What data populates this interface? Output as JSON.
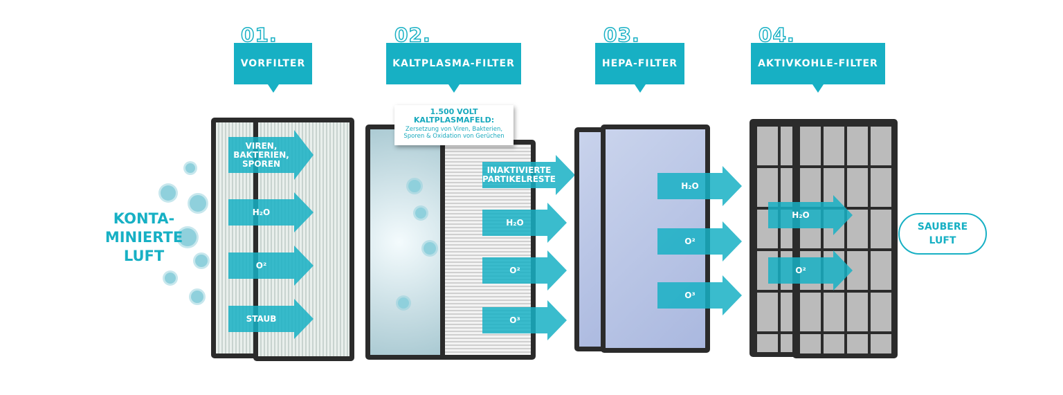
{
  "stages": [
    {
      "number": "01.",
      "label": "VORFILTER"
    },
    {
      "number": "02.",
      "label": "KALTPLASMA-FILTER"
    },
    {
      "number": "03.",
      "label": "HEPA-FILTER"
    },
    {
      "number": "04.",
      "label": "AKTIVKOHLE-FILTER"
    }
  ],
  "callout": {
    "title": "1.500 VOLT KALTPLASMAFELD:",
    "subtitle": "Zersetzung von Viren, Bakterien, Sporen & Oxidation von Gerüchen"
  },
  "input_label": "KONTA-MINIERTE LUFT",
  "output_label": "SAUBERE LUFT",
  "arrows": {
    "filter1": [
      "VIREN, BAKTERIEN, SPOREN",
      "H₂O",
      "O²",
      "STAUB"
    ],
    "filter2": [
      "INAKTIVIERTE PARTIKELRESTE",
      "H₂O",
      "O²",
      "O³"
    ],
    "filter3": [
      "H₂O",
      "O²",
      "O³"
    ],
    "filter4": [
      "H₂O",
      "O²"
    ]
  },
  "colors": {
    "accent": "#17b0c4",
    "frame": "#2b2b2b"
  }
}
